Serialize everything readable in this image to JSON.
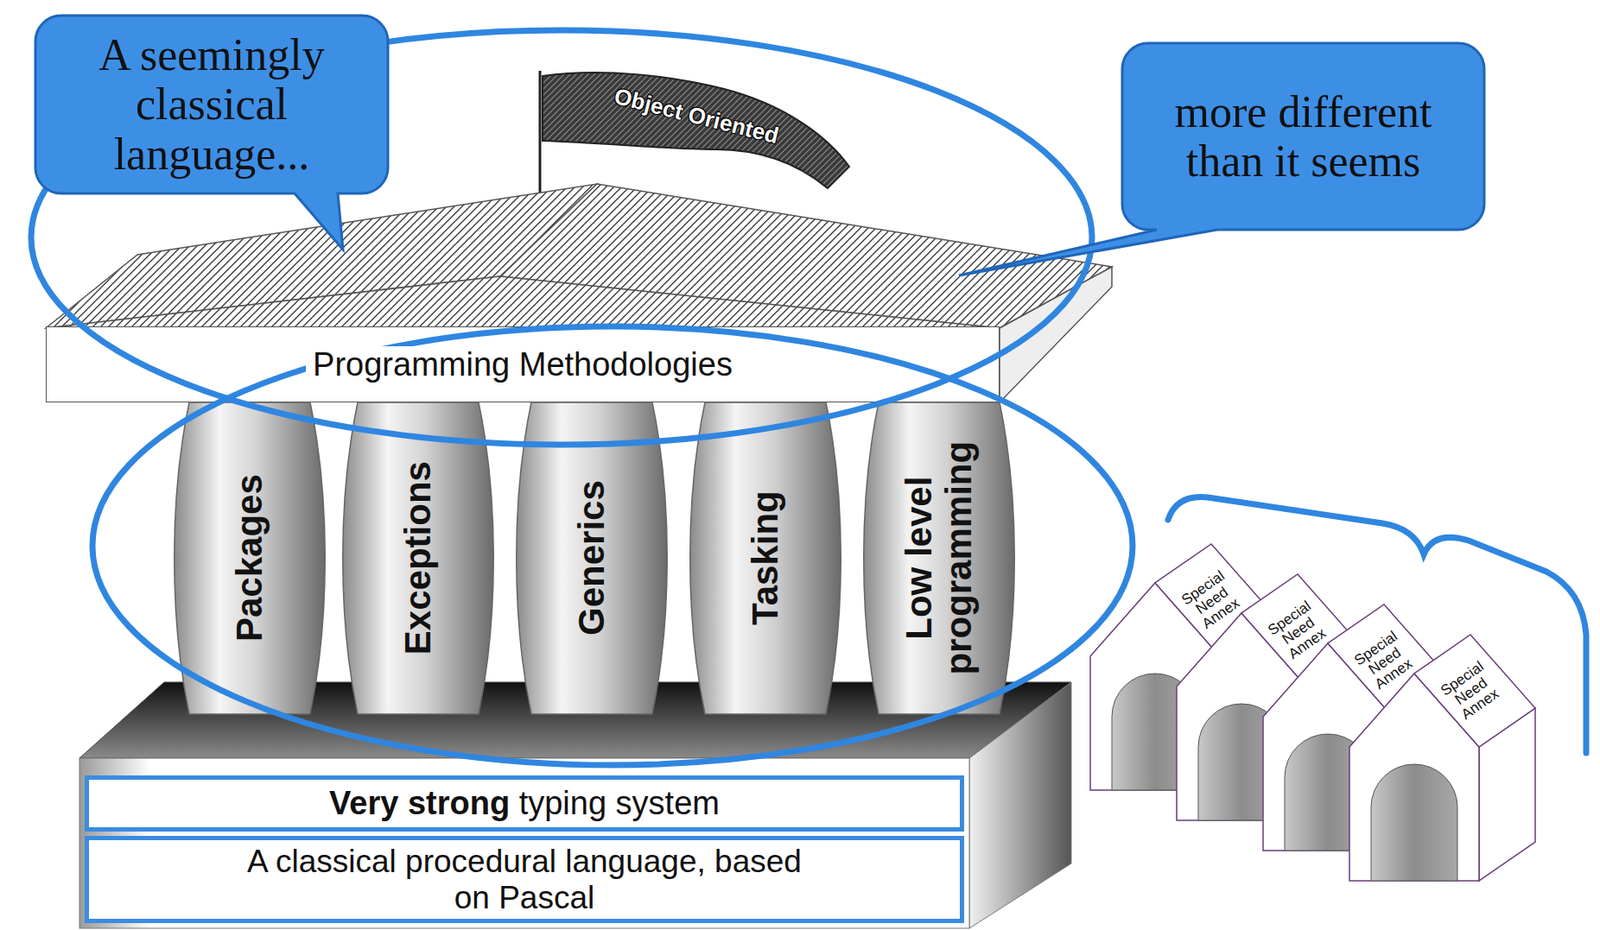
{
  "diagram": {
    "nodes": [
      {
        "text": [
          "A seemingly classical language..."
        ]
      },
      {
        "text": [
          "Object Oriented"
        ]
      },
      {
        "text": [
          "more different than it seems"
        ]
      },
      {
        "text": [
          "Programming Methodologies"
        ]
      },
      {
        "text": [
          "Packages"
        ]
      },
      {
        "text": [
          "Exceptions"
        ]
      },
      {
        "text": [
          "Generics"
        ]
      },
      {
        "text": [
          "Tasking"
        ]
      },
      {
        "text": [
          "Low level programming"
        ]
      },
      {
        "text": [
          "Very strong typing system"
        ]
      },
      {
        "text": [
          "A classical procedural language, based on Pascal"
        ]
      },
      {
        "text": [
          "Special Need Annex"
        ]
      },
      {
        "text": [
          "Special Need Annex"
        ]
      },
      {
        "text": [
          "Special Need Annex"
        ]
      },
      {
        "text": [
          "Special Need Annex"
        ]
      }
    ]
  }
}
